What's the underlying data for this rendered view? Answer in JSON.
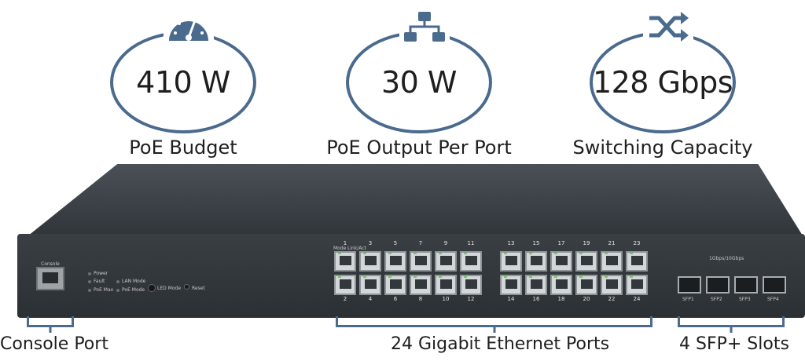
{
  "stats": [
    {
      "icon": "speedometer-icon",
      "value": "410 W",
      "label": "PoE Budget"
    },
    {
      "icon": "network-icon",
      "value": "30 W",
      "label": "PoE Output Per Port"
    },
    {
      "icon": "shuffle-icon",
      "value": "128 Gbps",
      "label": "Switching Capacity"
    }
  ],
  "panel": {
    "console": "Console",
    "leds": [
      "Power",
      "Fault",
      "PoE Max",
      "LAN Mode",
      "PoE Mode"
    ],
    "led_mode": "LED Mode",
    "reset": "Reset",
    "mode": "Mode",
    "link_act": "Link/Act",
    "sfp_speed": "1Gbps/10Gbps",
    "sfp_port_labels": [
      "SFP1",
      "SFP2",
      "SFP3",
      "SFP4"
    ],
    "top_ports_a": [
      "1",
      "3",
      "5",
      "7",
      "9",
      "11"
    ],
    "bottom_ports_a": [
      "2",
      "4",
      "6",
      "8",
      "10",
      "12"
    ],
    "top_ports_b": [
      "13",
      "15",
      "17",
      "19",
      "21",
      "23"
    ],
    "bottom_ports_b": [
      "14",
      "16",
      "18",
      "20",
      "22",
      "24"
    ]
  },
  "callouts": {
    "console": "Console Port",
    "ethernet": "24 Gigabit Ethernet Ports",
    "sfp": "4 SFP+ Slots"
  },
  "colors": {
    "accent": "#4a6a8e"
  }
}
